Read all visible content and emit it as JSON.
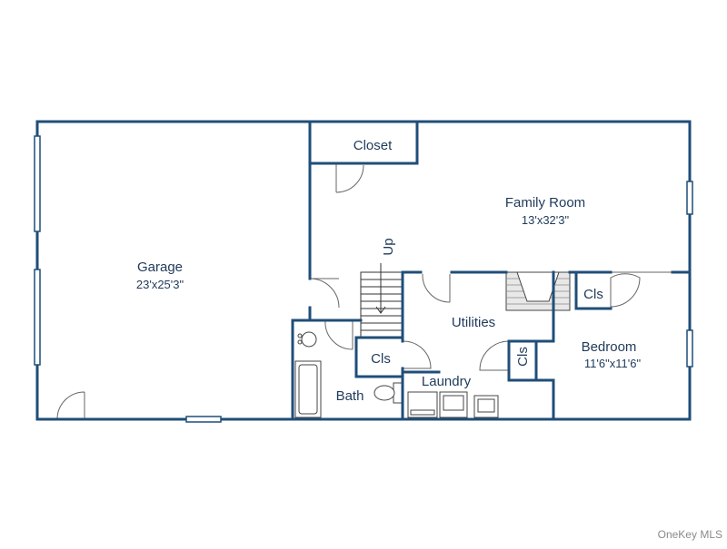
{
  "colors": {
    "wall": "#1f4e79",
    "line": "#555555",
    "text": "#1f3a5a",
    "watermark": "#8a8a8a"
  },
  "rooms": {
    "garage": {
      "name": "Garage",
      "dims": "23'x25'3\""
    },
    "closet": {
      "name": "Closet"
    },
    "family": {
      "name": "Family Room",
      "dims": "13'x32'3\""
    },
    "utilities": {
      "name": "Utilities"
    },
    "cls_stair": {
      "name": "Cls"
    },
    "cls_fam": {
      "name": "Cls"
    },
    "cls_vert": {
      "name": "Cls"
    },
    "bedroom": {
      "name": "Bedroom",
      "dims": "11'6\"x11'6\""
    },
    "laundry": {
      "name": "Laundry"
    },
    "bath": {
      "name": "Bath"
    }
  },
  "stairs_label": "Up",
  "watermark": "OneKey MLS"
}
